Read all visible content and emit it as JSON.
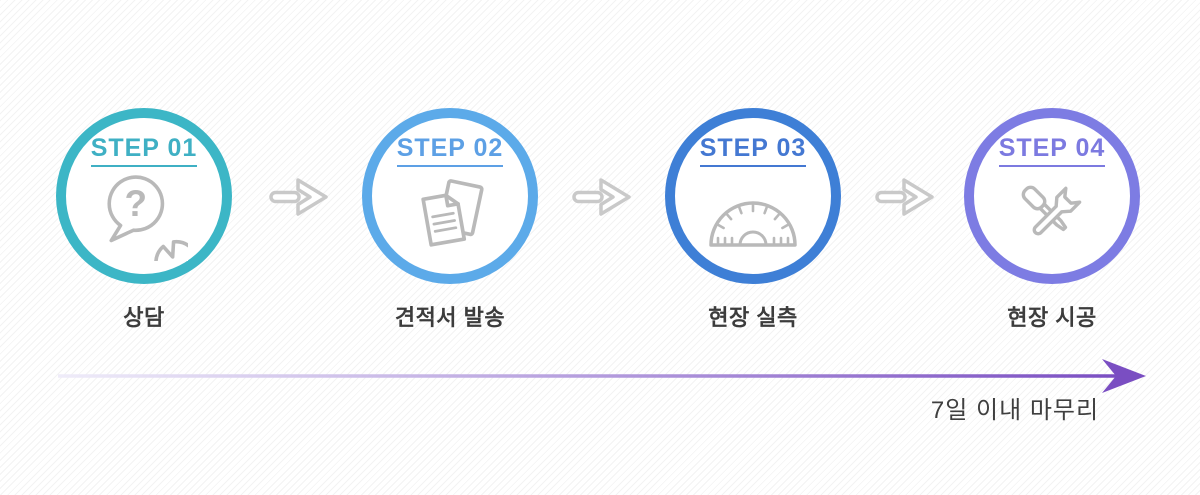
{
  "steps": [
    {
      "step_label": "STEP 01",
      "title": "상담",
      "icon": "chat-question-icon",
      "icon_glyph": "?",
      "circle_color": "#3cb6c6",
      "label_color": "#3fb0c4"
    },
    {
      "step_label": "STEP 02",
      "title": "견적서 발송",
      "icon": "documents-icon",
      "circle_color": "#5caae9",
      "label_color": "#5da0e5"
    },
    {
      "step_label": "STEP 03",
      "title": "현장 실측",
      "icon": "protractor-icon",
      "circle_color": "#3e7fd6",
      "label_color": "#4478d2"
    },
    {
      "step_label": "STEP 04",
      "title": "현장 시공",
      "icon": "tools-icon",
      "circle_color": "#7d7ce3",
      "label_color": "#7c7ae0"
    }
  ],
  "connector": {
    "icon": "arrow-right-icon",
    "color": "#c9c9c9"
  },
  "icon_color": "#b9b9b9",
  "timeline": {
    "note": "7일 이내 마무리",
    "arrow_color": "#7a4ec2",
    "arrow_gradient_start": "#efecf9",
    "arrow_gradient_end": "#7a4ec2"
  }
}
